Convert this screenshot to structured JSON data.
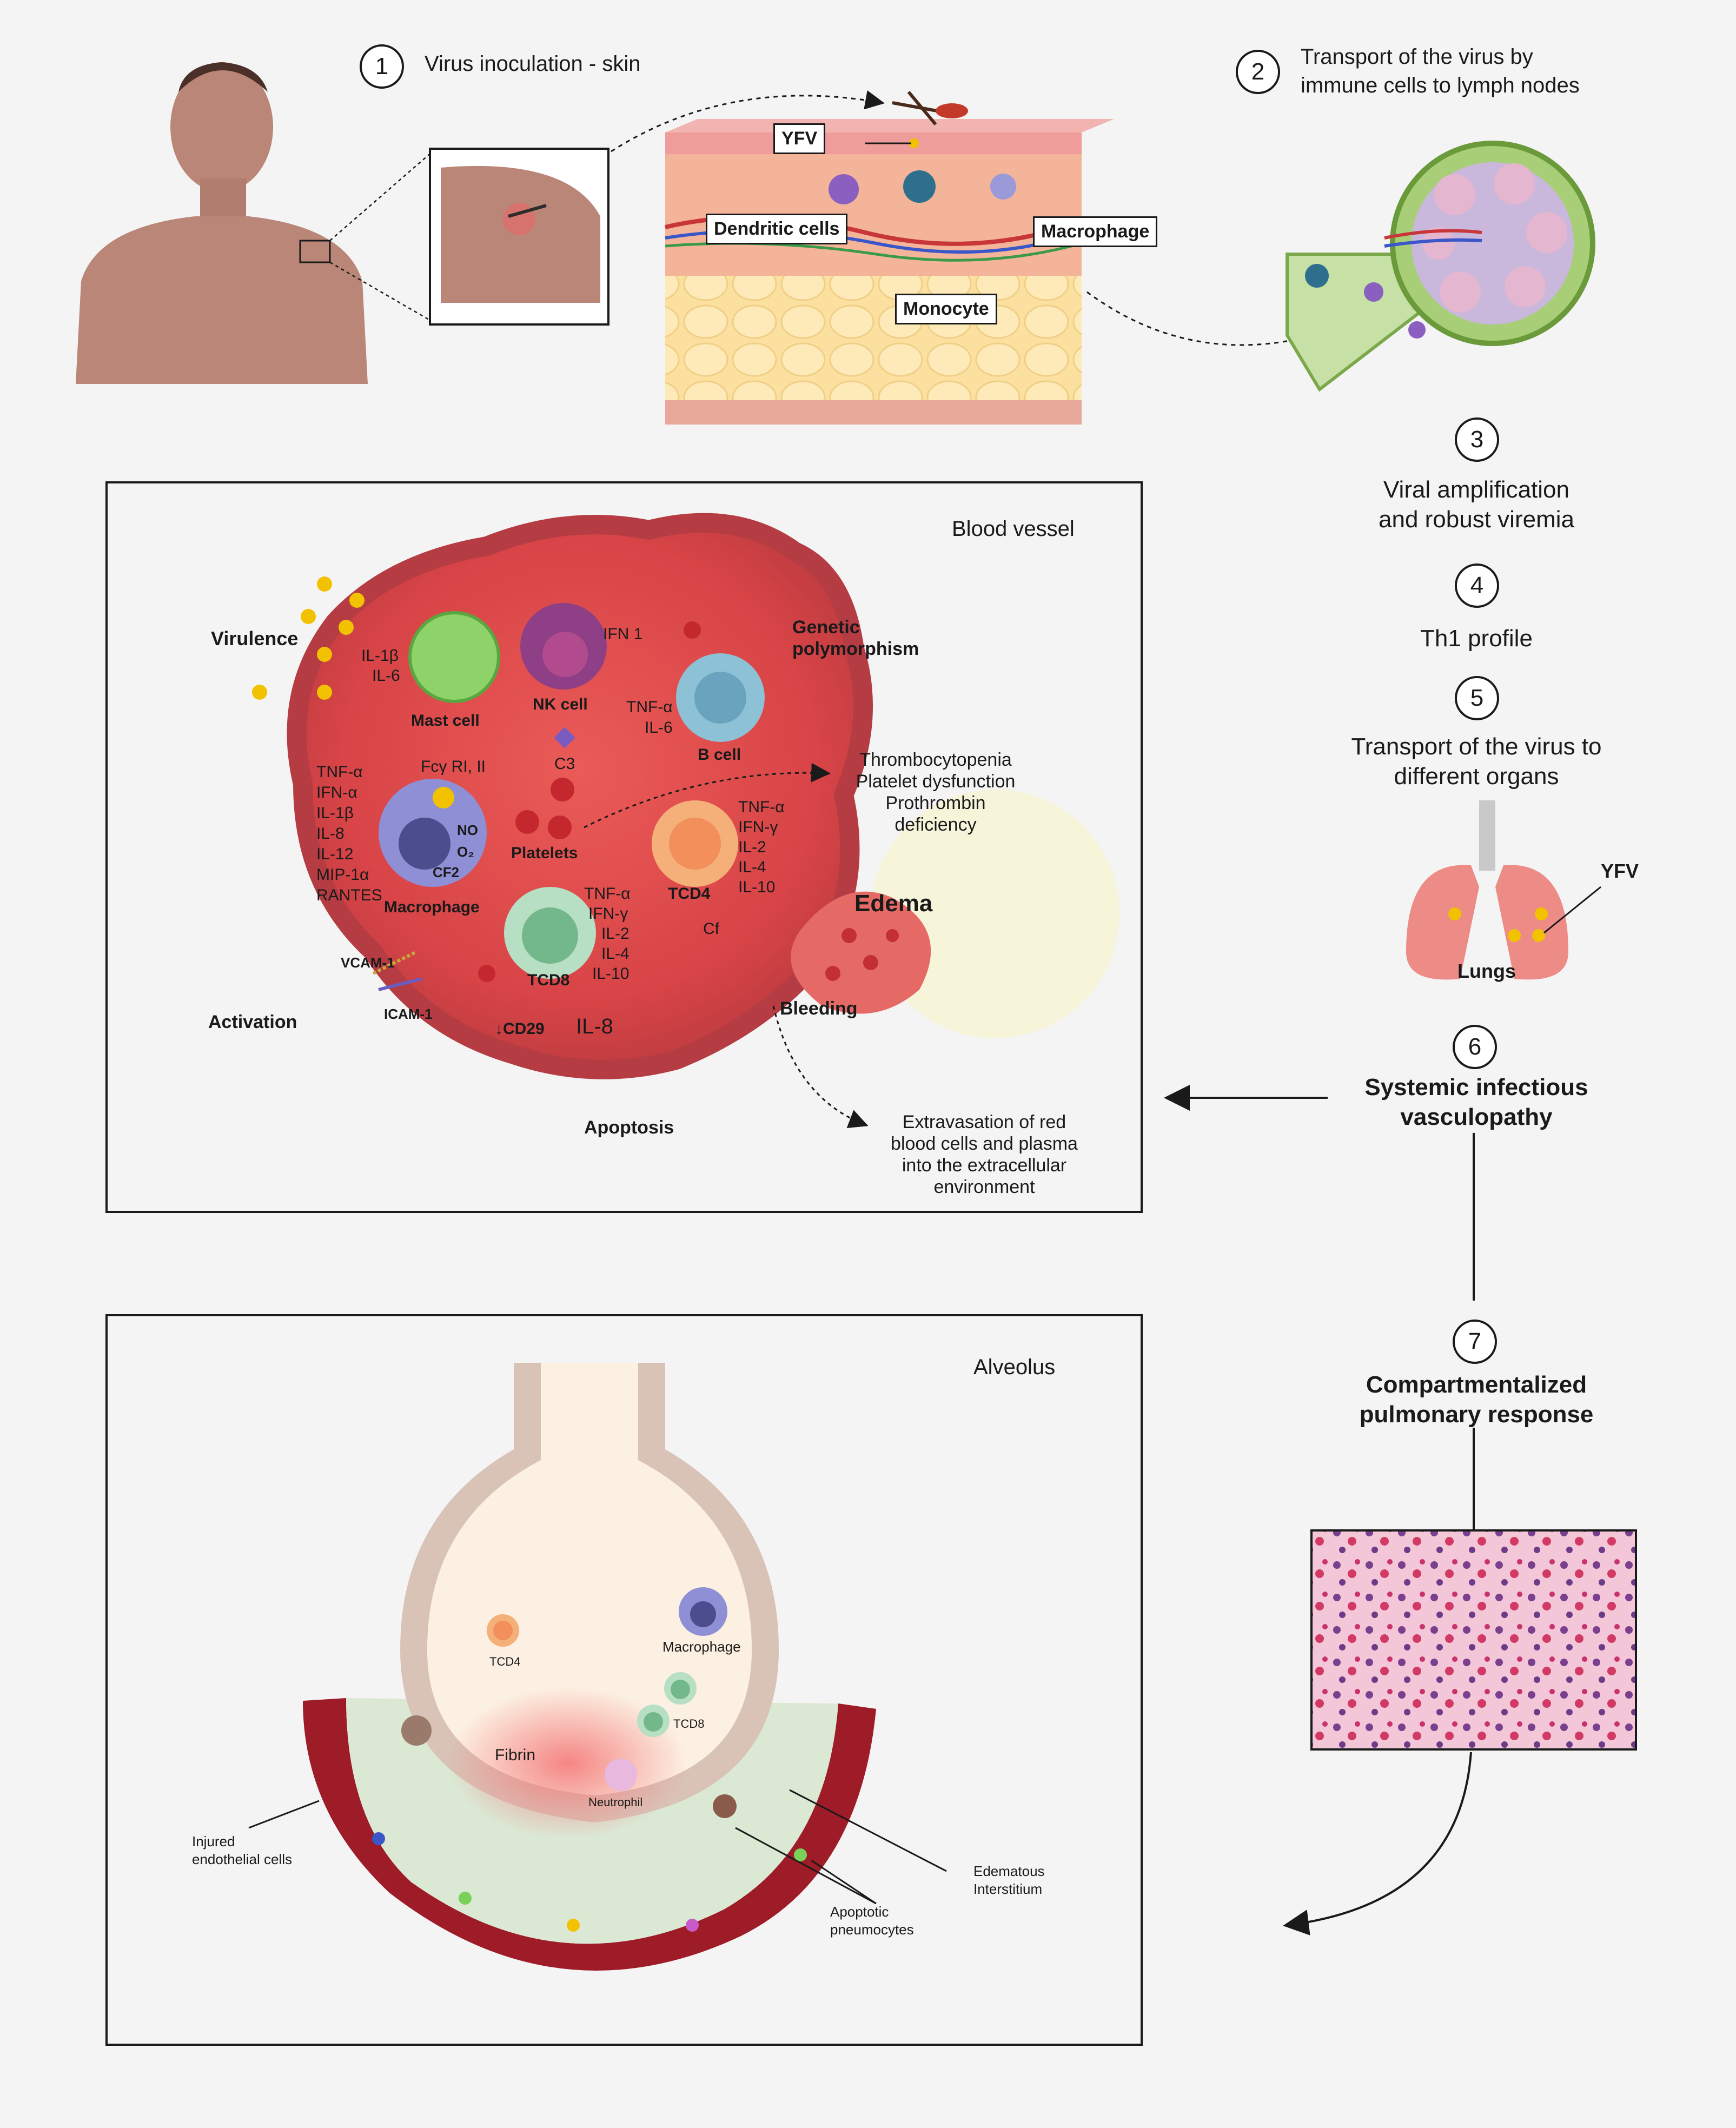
{
  "steps": [
    {
      "num": "1",
      "text": "Virus inoculation - skin"
    },
    {
      "num": "2",
      "text_lines": [
        "Transport of the virus by",
        "immune cells to lymph nodes"
      ]
    },
    {
      "num": "3",
      "text_lines": [
        "Viral amplification",
        "and robust viremia"
      ]
    },
    {
      "num": "4",
      "text": "Th1 profile"
    },
    {
      "num": "5",
      "text_lines": [
        "Transport of the virus to",
        "different organs"
      ]
    },
    {
      "num": "6",
      "text_lines": [
        "Systemic infectious",
        "vasculopathy"
      ]
    },
    {
      "num": "7",
      "text_lines": [
        "Compartmentalized",
        "pulmonary response"
      ]
    }
  ],
  "skin": {
    "yfv": "YFV",
    "dendritic": "Dendritic cells",
    "monocyte": "Monocyte",
    "macrophage": "Macrophage"
  },
  "lungs": {
    "yfv": "YFV",
    "label": "Lungs"
  },
  "blood_vessel": {
    "title": "Blood vessel",
    "virulence": "Virulence",
    "genetic": [
      "Genetic",
      "polymorphism"
    ],
    "activation": "Activation",
    "apoptosis": "Apoptosis",
    "mast_cell": "Mast cell",
    "mast_cytokines": [
      "IL-1β",
      "IL-6"
    ],
    "nk_cell": "NK cell",
    "ifn1": "IFN 1",
    "b_cell": "B cell",
    "b_cytokines": [
      "TNF-α",
      "IL-6"
    ],
    "c3": "C3",
    "fcy": "Fcγ RI, II",
    "macrophage": "Macrophage",
    "macro_cytokines": [
      "TNF-α",
      "IFN-α",
      "IL-1β",
      "IL-8",
      "IL-12",
      "MIP-1α",
      "RANTES"
    ],
    "no": "NO",
    "o2": "O₂",
    "cf2": "CF2",
    "platelets": "Platelets",
    "tcd4": "TCD4",
    "tcd4_cytokines": [
      "TNF-α",
      "IFN-γ",
      "IL-2",
      "IL-4",
      "IL-10"
    ],
    "tcd8": "TCD8",
    "tcd8_cytokines": [
      "TNF-α",
      "IFN-γ",
      "IL-2",
      "IL-4",
      "IL-10"
    ],
    "cf": "Cf",
    "vcam": "VCAM-1",
    "icam": "ICAM-1",
    "cd29": "↓CD29",
    "il8": "IL-8",
    "edema": "Edema",
    "bleeding": "Bleeding",
    "thrombo": [
      "Thrombocytopenia",
      "Platelet dysfunction",
      "Prothrombin",
      "deficiency"
    ],
    "extravasation": [
      "Extravasation of red",
      "blood cells and plasma",
      "into the extracellular",
      "environment"
    ]
  },
  "alveolus": {
    "title": "Alveolus",
    "tcd4": "TCD4",
    "macrophage": "Macrophage",
    "tcd8": "TCD8",
    "fibrin": "Fibrin",
    "neutrophil": "Neutrophil",
    "injured": [
      "Injured",
      "endothelial cells"
    ],
    "edematous": [
      "Edematous",
      "Interstitium"
    ],
    "apoptotic": [
      "Apoptotic",
      "pneumocytes"
    ]
  },
  "colors": {
    "vessel_red": "#d9484a",
    "vessel_wall": "#c9474b",
    "skin": "#b98677",
    "virus_yellow": "#f2c200",
    "histology_pink": "#e79ab8"
  }
}
